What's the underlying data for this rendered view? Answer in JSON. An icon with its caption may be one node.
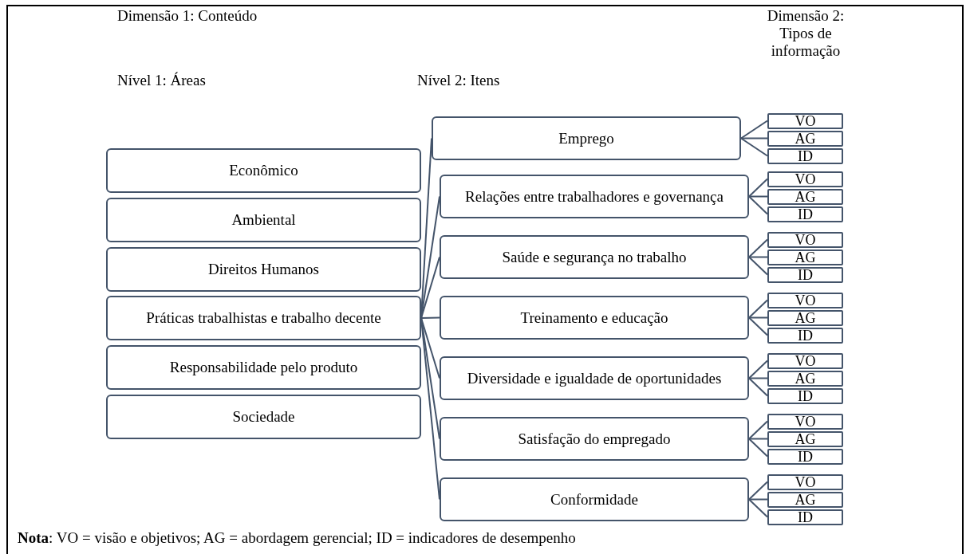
{
  "diagram": {
    "nodes": [
      {
        "text": [
          "Econômico"
        ]
      },
      {
        "text": [
          "Ambiental"
        ]
      },
      {
        "text": [
          "Direitos Humanos"
        ]
      },
      {
        "text": [
          "Práticas trabalhistas e trabalho decente"
        ]
      },
      {
        "text": [
          "Responsabilidade pelo produto"
        ]
      },
      {
        "text": [
          "Sociedade"
        ]
      },
      {
        "text": [
          "Emprego"
        ]
      },
      {
        "text": [
          "Relações entre trabalhadores e governança"
        ]
      },
      {
        "text": [
          "Saúde e segurança no trabalho"
        ]
      },
      {
        "text": [
          "Treinamento e educação"
        ]
      },
      {
        "text": [
          "Diversidade e igualdade de oportunidades"
        ]
      },
      {
        "text": [
          "Satisfação do empregado"
        ]
      },
      {
        "text": [
          "Conformidade"
        ]
      },
      {
        "text": [
          "VO"
        ]
      },
      {
        "text": [
          "AG"
        ]
      },
      {
        "text": [
          "ID"
        ]
      },
      {
        "text": [
          "VO"
        ]
      },
      {
        "text": [
          "AG"
        ]
      },
      {
        "text": [
          "ID"
        ]
      },
      {
        "text": [
          "VO"
        ]
      },
      {
        "text": [
          "AG"
        ]
      },
      {
        "text": [
          "ID"
        ]
      },
      {
        "text": [
          "VO"
        ]
      },
      {
        "text": [
          "AG"
        ]
      },
      {
        "text": [
          "ID"
        ]
      },
      {
        "text": [
          "VO"
        ]
      },
      {
        "text": [
          "AG"
        ]
      },
      {
        "text": [
          "ID"
        ]
      },
      {
        "text": [
          "VO"
        ]
      },
      {
        "text": [
          "AG"
        ]
      },
      {
        "text": [
          "ID"
        ]
      },
      {
        "text": [
          "VO"
        ]
      },
      {
        "text": [
          "AG"
        ]
      },
      {
        "text": [
          "ID"
        ]
      }
    ],
    "edges": [
      {
        "from": 3,
        "to": 6,
        "arrow": "none"
      },
      {
        "from": 3,
        "to": 7,
        "arrow": "none"
      },
      {
        "from": 3,
        "to": 8,
        "arrow": "none"
      },
      {
        "from": 3,
        "to": 9,
        "arrow": "none"
      },
      {
        "from": 3,
        "to": 10,
        "arrow": "none"
      },
      {
        "from": 3,
        "to": 11,
        "arrow": "none"
      },
      {
        "from": 3,
        "to": 12,
        "arrow": "none"
      },
      {
        "from": 6,
        "to": 13,
        "arrow": "none"
      },
      {
        "from": 6,
        "to": 14,
        "arrow": "none"
      },
      {
        "from": 6,
        "to": 15,
        "arrow": "none"
      },
      {
        "from": 7,
        "to": 16,
        "arrow": "none"
      },
      {
        "from": 7,
        "to": 17,
        "arrow": "none"
      },
      {
        "from": 7,
        "to": 18,
        "arrow": "none"
      },
      {
        "from": 8,
        "to": 19,
        "arrow": "none"
      },
      {
        "from": 8,
        "to": 20,
        "arrow": "none"
      },
      {
        "from": 8,
        "to": 21,
        "arrow": "none"
      },
      {
        "from": 9,
        "to": 22,
        "arrow": "none"
      },
      {
        "from": 9,
        "to": 23,
        "arrow": "none"
      },
      {
        "from": 9,
        "to": 24,
        "arrow": "none"
      },
      {
        "from": 10,
        "to": 25,
        "arrow": "none"
      },
      {
        "from": 10,
        "to": 26,
        "arrow": "none"
      },
      {
        "from": 10,
        "to": 27,
        "arrow": "none"
      },
      {
        "from": 11,
        "to": 28,
        "arrow": "none"
      },
      {
        "from": 11,
        "to": 29,
        "arrow": "none"
      },
      {
        "from": 11,
        "to": 30,
        "arrow": "none"
      },
      {
        "from": 12,
        "to": 31,
        "arrow": "none"
      },
      {
        "from": 12,
        "to": 32,
        "arrow": "none"
      },
      {
        "from": 12,
        "to": 33,
        "arrow": "none"
      }
    ],
    "labels": [
      "Dimensão 1: Conteúdo",
      "Dimensão 2: Tipos de informação",
      "Nível 1: Áreas",
      "Nível 2: Itens",
      "**Nota**: VO = visão e objetivos; AG = abordagem gerencial; ID = indicadores de desempenho"
    ]
  }
}
